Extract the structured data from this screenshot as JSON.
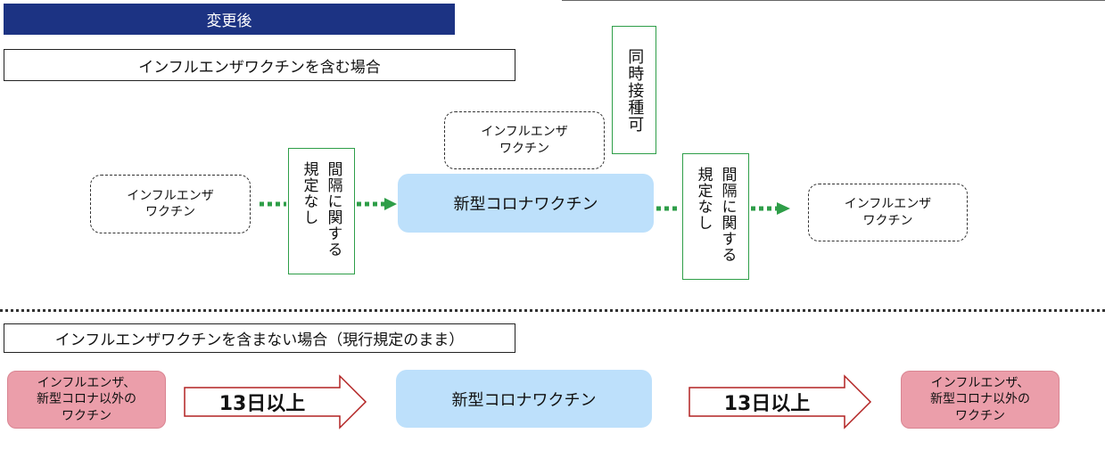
{
  "header": {
    "title": "変更後"
  },
  "case_with": {
    "label": "インフルエンザワクチンを含む場合",
    "left_vaccine": [
      "インフルエンザ",
      "ワクチン"
    ],
    "upper_vaccine": [
      "インフルエンザ",
      "ワクチン"
    ],
    "center": "新型コロナワクチン",
    "right_vaccine": [
      "インフルエンザ",
      "ワクチン"
    ],
    "simultaneous": "同時接種可",
    "interval_rule_lines": [
      "間隔に関する",
      "規定なし"
    ]
  },
  "case_without": {
    "label": "インフルエンザワクチンを含まない場合（現行規定のまま）",
    "left_vaccine": [
      "インフルエンザ、",
      "新型コロナ以外の",
      "ワクチン"
    ],
    "center": "新型コロナワクチン",
    "right_vaccine": [
      "インフルエンザ、",
      "新型コロナ以外の",
      "ワクチン"
    ],
    "interval": "13日以上"
  },
  "colors": {
    "header_bg": "#1c3383",
    "covid_box": "#bde0fb",
    "other_vaccine_box": "#eb9eaa",
    "green_arrow": "#2e9e48",
    "red_arrow": "#b22222"
  }
}
